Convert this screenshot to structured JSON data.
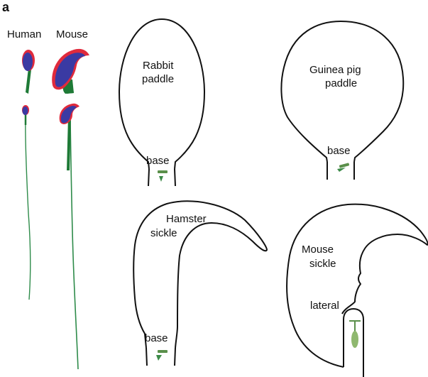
{
  "panel_letter": "a",
  "species_labels": {
    "human": "Human",
    "mouse": "Mouse"
  },
  "heads": {
    "rabbit": {
      "line1": "Rabbit",
      "line2": "paddle",
      "base": "base"
    },
    "guinea_pig": {
      "line1": "Guinea pig",
      "line2": "paddle",
      "base": "base"
    },
    "hamster": {
      "line1": "Hamster",
      "line2": "sickle",
      "base": "base"
    },
    "mouse": {
      "line1": "Mouse",
      "line2": "sickle",
      "side": "lateral"
    }
  },
  "colors": {
    "nucleus": "#3a3aa3",
    "acrosome": "#e02a3c",
    "midpiece": "#1e7a36",
    "flagellum": "#2e8b4a",
    "light_green": "#8fb86f",
    "outline": "#111111"
  },
  "icons": [
    "human-sperm-icon",
    "mouse-sperm-icon"
  ]
}
